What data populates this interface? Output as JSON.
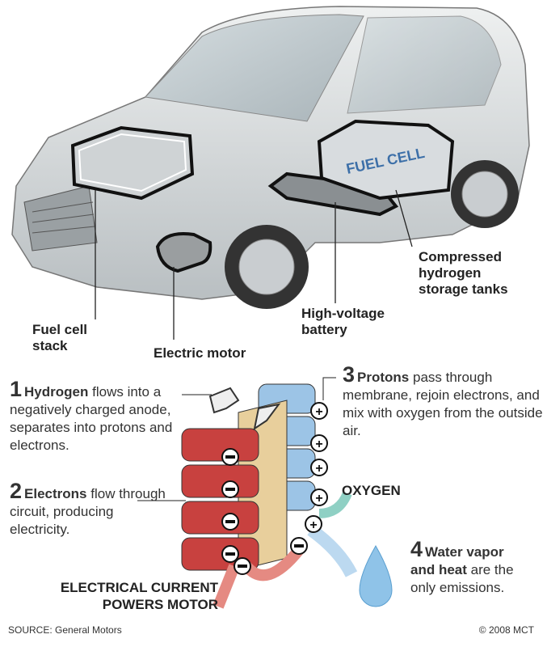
{
  "car_labels": {
    "fuel_cell_stack": "Fuel cell stack",
    "electric_motor": "Electric motor",
    "battery": "High-voltage battery",
    "tanks": "Compressed hydrogen storage tanks",
    "tank_logo": "FUEL CELL"
  },
  "steps": [
    {
      "number": "1",
      "title": "Hydrogen",
      "text": "flows into a negatively charged anode, separates into protons and electrons."
    },
    {
      "number": "2",
      "title": "Electrons",
      "text": "flow through circuit, producing electricity."
    },
    {
      "number": "3",
      "title": "Protons",
      "text": "pass through membrane, rejoin electrons, and mix with oxygen from the outside air."
    },
    {
      "number": "4",
      "title": "Water vapor and heat",
      "text": "are the only emissions."
    }
  ],
  "diagram_labels": {
    "oxygen": "OXYGEN",
    "current": "ELECTRICAL CURRENT POWERS MOTOR"
  },
  "footer": {
    "source": "SOURCE: General Motors",
    "credit": "© 2008 MCT"
  },
  "colors": {
    "anode": "#c8413f",
    "cathode": "#9cc4e6",
    "membrane": "#e8cf9c",
    "water": "#8fc3e8"
  }
}
